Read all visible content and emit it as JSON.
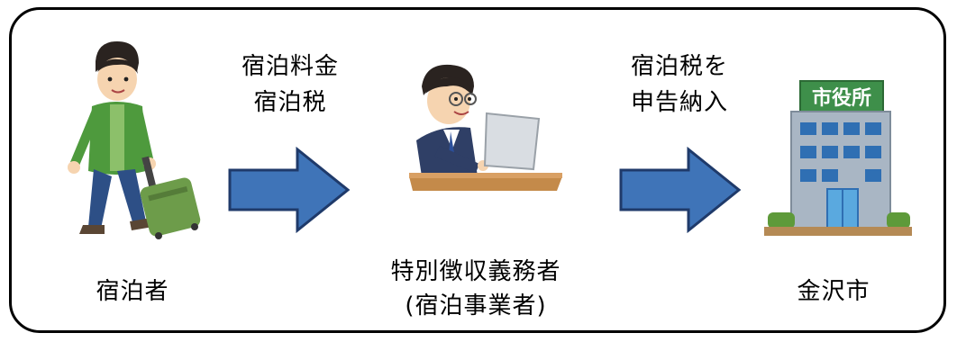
{
  "flow": {
    "arrow1_label_line1": "宿泊料金",
    "arrow1_label_line2": "宿泊税",
    "arrow2_label_line1": "宿泊税を",
    "arrow2_label_line2": "申告納入",
    "guest_label": "宿泊者",
    "collector_label_line1": "特別徴収義務者",
    "collector_label_line2": "(宿泊事業者)",
    "city_label": "金沢市",
    "city_sign_text": "市役所"
  },
  "colors": {
    "arrow_fill": "#3f74b8",
    "arrow_stroke": "#1f3a6a",
    "frame": "#000000",
    "building_sign": "#3e8f4a",
    "guest_jacket": "#4e9a3d",
    "suitcase": "#6d9c4a"
  },
  "icons": [
    "traveler-icon",
    "office-worker-icon",
    "city-hall-icon",
    "right-arrow-icon"
  ]
}
